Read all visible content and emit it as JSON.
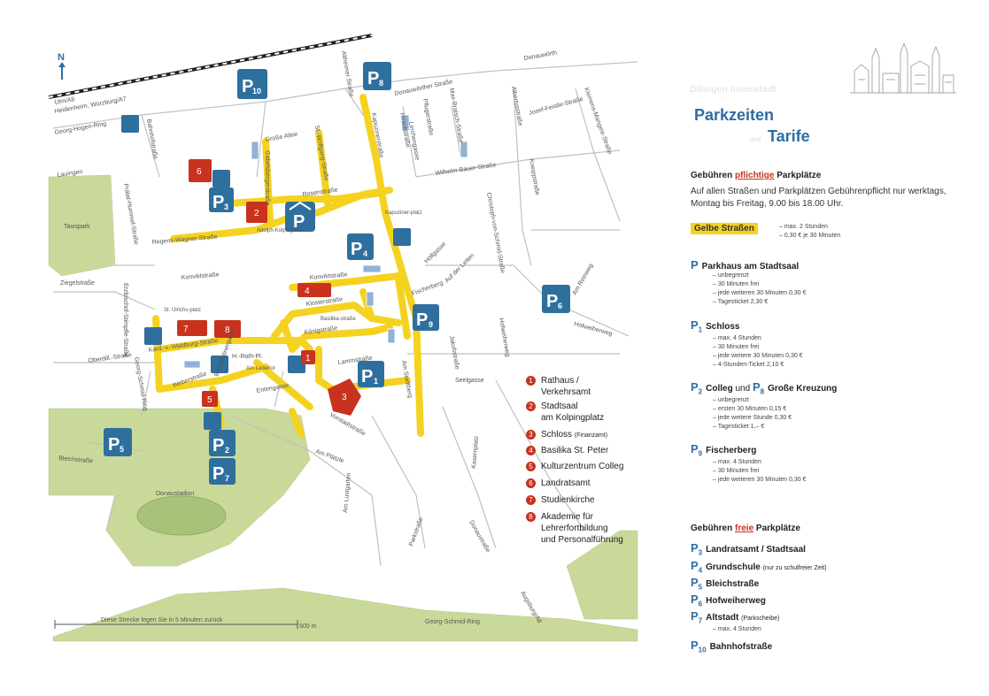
{
  "north_label": "N",
  "map": {
    "streets": {
      "ulm": "Ulm/A8",
      "heidenheim": "Heidenheim, Würzburg/A7",
      "georg_hogen": "Georg-Hogen-Ring",
      "bahnhofstrasse": "Bahnhofstraße",
      "lauingen": "Lauingen",
      "praelat": "Prälat-Hummel-Straße",
      "taxispark": "Taxispark",
      "ziegelstrasse": "Ziegelstraße",
      "grosse_allee": "Große Allee",
      "gabelsberger": "Gabelsbergerstraße",
      "st_wolfgang": "St.-Wolfgang-Straße",
      "rosenstrasse": "Rosenstraße",
      "regens_wagner": "Regens-Wagner-Straße",
      "adolph_kolping": "Adolph-Kolping-Platz",
      "konviktstrasse_w": "Konviktstraße",
      "konviktstrasse_e": "Konviktstraße",
      "altheimer": "Altheimer Straße",
      "donauwoerther": "Donauwörther Straße",
      "kapuzinerstrasse": "Kapuzinerstraße",
      "hirschstrasse": "Hirschstraße",
      "pfluegerstrasse": "Pflugerstraße",
      "lerchengasse": "Lerchengasse",
      "max_bratsch": "Max-Bratsch-Straße",
      "wilhelm_bauer": "Wilhelm-Bauer-Straße",
      "albertus": "Albertusstraße",
      "josef_feistle": "Josef-Feistle-Straße",
      "klemens": "Klemens-Mangele-Straße",
      "kneipp": "Kneippstraße",
      "christoph": "Christoph-von-Schmid-Straße",
      "kapuzinerplatz": "Kapuziner-platz",
      "hoellgasse": "Höllgasse",
      "auf_der_leiten": "Auf der Leiten",
      "fischerberg": "Fischerberg",
      "am_reinweg": "Am Reinweg",
      "hofweiherweg": "Hofweiherweg",
      "hofweiherweg2": "Hofweiherweg",
      "jakobsstrasse": "Jakobstraße",
      "seelgasse": "Seelgasse",
      "am_stadtberg": "Am Stadtberg",
      "erzbischof": "Erzbischof-Stimpfle-Straße",
      "st_ulrichsplatz": "St. Ulrichs-platz",
      "klosterstrasse": "Klosterstraße",
      "basilikastrasse": "Basilika-straße",
      "koenigstrasse": "Königstraße",
      "lammstrasse": "Lammstraße",
      "kardinal": "Kard.-v.-Waldburg-Straße",
      "h_roth": "H.-Roth-Pl.",
      "am_ledertor": "Am Ledertor",
      "oberdill": "Oberdill.-Straße",
      "georg_schmid_ring_v": "Georg-Schmid-Ring",
      "weberstrasse": "Weberstraße",
      "benediktinergasse": "Benediktinergasse",
      "entengasse": "Entengasse",
      "vorstadtstrasse": "Vorstadtstraße",
      "am_plaetzle": "Am Plätzle",
      "bleichstrasse": "Bleichstraße",
      "donaustadion": "Donaustadion",
      "am_lustgarten": "Am Lustgarten",
      "kasernplatz": "Kasernplatz",
      "donaustrasse": "Donaustraße",
      "parkstrasse": "Parkstraße",
      "augsburg": "Augsburg/A8",
      "georg_schmid_ring": "Georg-Schmid-Ring",
      "donauwoerth": "Donauwörth",
      "scale_text": "Diese Strecke legen Sie in 5 Minuten zurück",
      "scale_value": "500 m"
    },
    "parking_labels": [
      "P",
      "P",
      "P",
      "P",
      "P",
      "P",
      "P",
      "P",
      "P",
      "P"
    ],
    "parking_numbers": [
      "1",
      "2",
      "3",
      "4",
      "5",
      "6",
      "7",
      "8",
      "9",
      "10"
    ],
    "poi_numbers": [
      "1",
      "2",
      "3",
      "4",
      "5",
      "6",
      "7",
      "8"
    ],
    "legend": [
      {
        "num": "1",
        "lines": [
          "Rathaus /",
          "Verkehrsamt"
        ]
      },
      {
        "num": "2",
        "lines": [
          "Stadtsaal",
          "am Kolpingplatz"
        ]
      },
      {
        "num": "3",
        "lines": [
          "Schloss"
        ],
        "sub": "(Finanzamt)"
      },
      {
        "num": "4",
        "lines": [
          "Basilika St. Peter"
        ]
      },
      {
        "num": "5",
        "lines": [
          "Kulturzentrum Colleg"
        ]
      },
      {
        "num": "6",
        "lines": [
          "Landratsamt"
        ]
      },
      {
        "num": "7",
        "lines": [
          "Studienkirche"
        ]
      },
      {
        "num": "8",
        "lines": [
          "Akademie für",
          "Lehrerfortbildung",
          "und Personalführung"
        ]
      }
    ]
  },
  "panel": {
    "town": "Dillingen Innenstadt",
    "title1": "Parkzeiten",
    "and": "und",
    "title2": "Tarife",
    "paid_prefix": "Gebühren ",
    "paid_hl": "pflichtige",
    "paid_suffix": " Parkplätze",
    "paid_text": "Auf allen Straßen und Parkplätzen Gebührenpflicht nur werktags, Montag bis Freitag, 9.00 bis 18.00 Uhr.",
    "gelbe": "Gelbe Straßen",
    "gelbe_notes": "– max. 2 Stunden\n– 0,30 € je 30 Minuten",
    "items": [
      {
        "plabel": "P",
        "name": "Parkhaus am Stadtsaal",
        "details": "– unbegrenzt\n– 30 Minuten frei\n– jede weiteren 30 Minuten 0,30 €\n– Tagesticket 2,30 €"
      },
      {
        "plabel": "P",
        "psub": "1",
        "name": "Schloss",
        "details": "– max. 4 Stunden\n– 30 Minuten frei\n– jede weitere 30 Minuten 0,30 €\n– 4-Stunden-Ticket 2,10 €"
      },
      {
        "plabel": "P",
        "psub": "2",
        "name": "Colleg",
        "mid": " und ",
        "plabel2": "P",
        "psub2": "8",
        "name2": "Große Kreuzung",
        "details": "– unbegrenzt\n– ersten 30 Minuten 0,15 €\n– jede weitere Stunde 0,30 €\n– Tagesticket 1,– €"
      },
      {
        "plabel": "P",
        "psub": "9",
        "name": "Fischerberg",
        "details": "– max. 4 Stunden\n– 30 Minuten frei\n– jede weiteren 30 Minuten 0,30 €"
      }
    ],
    "free_prefix": "Gebühren ",
    "free_hl": "freie",
    "free_suffix": " Parkplätze",
    "free_items": [
      {
        "plabel": "P",
        "psub": "3",
        "name": "Landratsamt / Stadtsaal"
      },
      {
        "plabel": "P",
        "psub": "4",
        "name": "Grundschule",
        "sub": "(nur zu schulfreier Zeit)"
      },
      {
        "plabel": "P",
        "psub": "5",
        "name": "Bleichstraße"
      },
      {
        "plabel": "P",
        "psub": "6",
        "name": "Hofweiherweg"
      },
      {
        "plabel": "P",
        "psub": "7",
        "name": "Altstadt",
        "sub": "(Parkscheibe)",
        "details": "– max. 4 Stunden"
      },
      {
        "plabel": "P",
        "psub": "10",
        "name": "Bahnhofstraße"
      }
    ]
  },
  "colors": {
    "street": "#f4d21f",
    "park": "#c9d99a",
    "parking": "#2f6f9e",
    "poi": "#c8321e",
    "title": "#2e6da4"
  }
}
